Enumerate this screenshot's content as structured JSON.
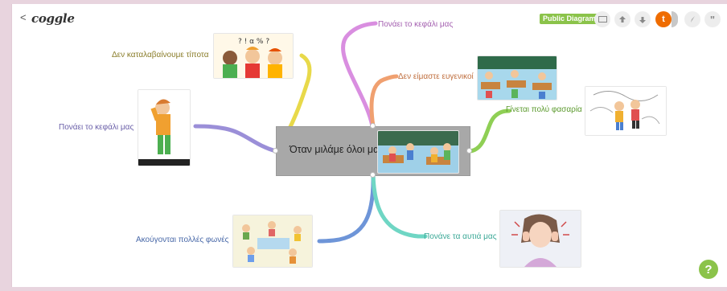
{
  "app": {
    "logo": "coggle",
    "back_icon": "chevron-left-icon",
    "badge": "Public Diagram",
    "badge_color": "#8bc34a",
    "avatar_letter": "t",
    "avatar_color": "#ef6c00",
    "help_label": "?",
    "help_color": "#8bc34a"
  },
  "toolbar": {
    "icons": [
      "presentation-icon",
      "upload-icon",
      "download-icon",
      "user-avatar",
      "pointer-icon",
      "quote-icon"
    ]
  },
  "map": {
    "central": {
      "text": "Όταν μιλάμε όλοι μαζί",
      "image": "classroom-illustration"
    },
    "branches": [
      {
        "id": "b1",
        "label": "Δεν καταλαβαίνουμε τίποτα",
        "color": "#e8d94a",
        "image": "confused-kids-illustration"
      },
      {
        "id": "b2",
        "label": "Πονάει το κεφάλι μας",
        "color": "#9b8fd8",
        "image": "headache-man-illustration"
      },
      {
        "id": "b3",
        "label": "Πονάει το κεφάλι μας",
        "color": "#d98ee0",
        "image": ""
      },
      {
        "id": "b4",
        "label": "Δεν είμαστε ευγενικοί",
        "color": "#f0a070",
        "image": "noisy-classroom-illustration"
      },
      {
        "id": "b5",
        "label": "Γίνεται πολύ φασαρία",
        "color": "#8fcf55",
        "image": "chaos-kids-illustration"
      },
      {
        "id": "b6",
        "label": "Ακούγονται πολλές φωνές",
        "color": "#6e95d8",
        "image": "kids-fighting-illustration"
      },
      {
        "id": "b7",
        "label": "Πονάνε τα αυτιά μας",
        "color": "#6fd6c4",
        "image": "girl-covering-ears-illustration"
      }
    ]
  }
}
